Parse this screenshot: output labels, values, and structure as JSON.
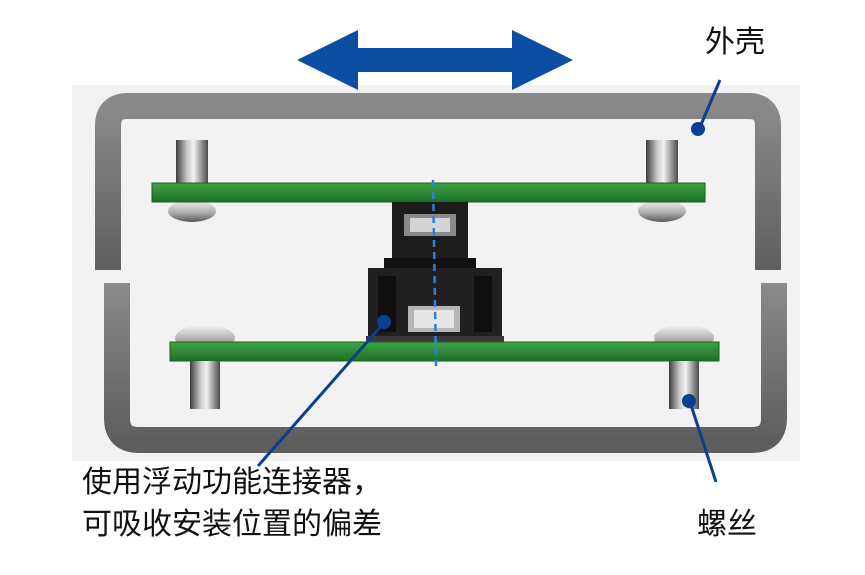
{
  "labels": {
    "housing": "外壳",
    "screw": "螺丝",
    "connector_line1": "使用浮动功能连接器，",
    "connector_line2": "可吸收安装位置的偏差"
  },
  "colors": {
    "arrow": "#0b4ea2",
    "housing": "#737373",
    "pcb": "#2f8f38",
    "screw": "#6d6d6d",
    "connector": "#1a1a1a",
    "center_line": "#2f7fd6",
    "leader": "#0b3f8f",
    "background_panel": "#f0f0f0"
  }
}
